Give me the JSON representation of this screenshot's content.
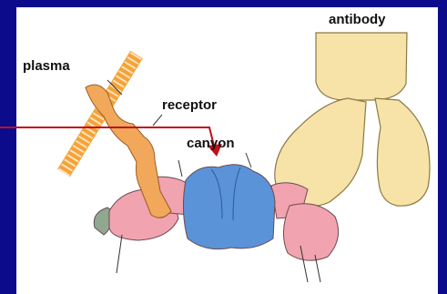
{
  "diagram": {
    "labels": {
      "antibody": "antibody",
      "plasma": "plasma",
      "receptor": "receptor",
      "canyon": "canyon"
    },
    "colors": {
      "background": "#0b0b8c",
      "panel": "#ffffff",
      "antibody": "#f7e3a8",
      "receptor": "#f2a85b",
      "plasma_helix": "#f5a23a",
      "capsid_pink": "#f2a3b0",
      "capsid_blue": "#5b93d8",
      "capsid_green": "#8fa88f",
      "pointer_line": "#c0101a"
    }
  }
}
